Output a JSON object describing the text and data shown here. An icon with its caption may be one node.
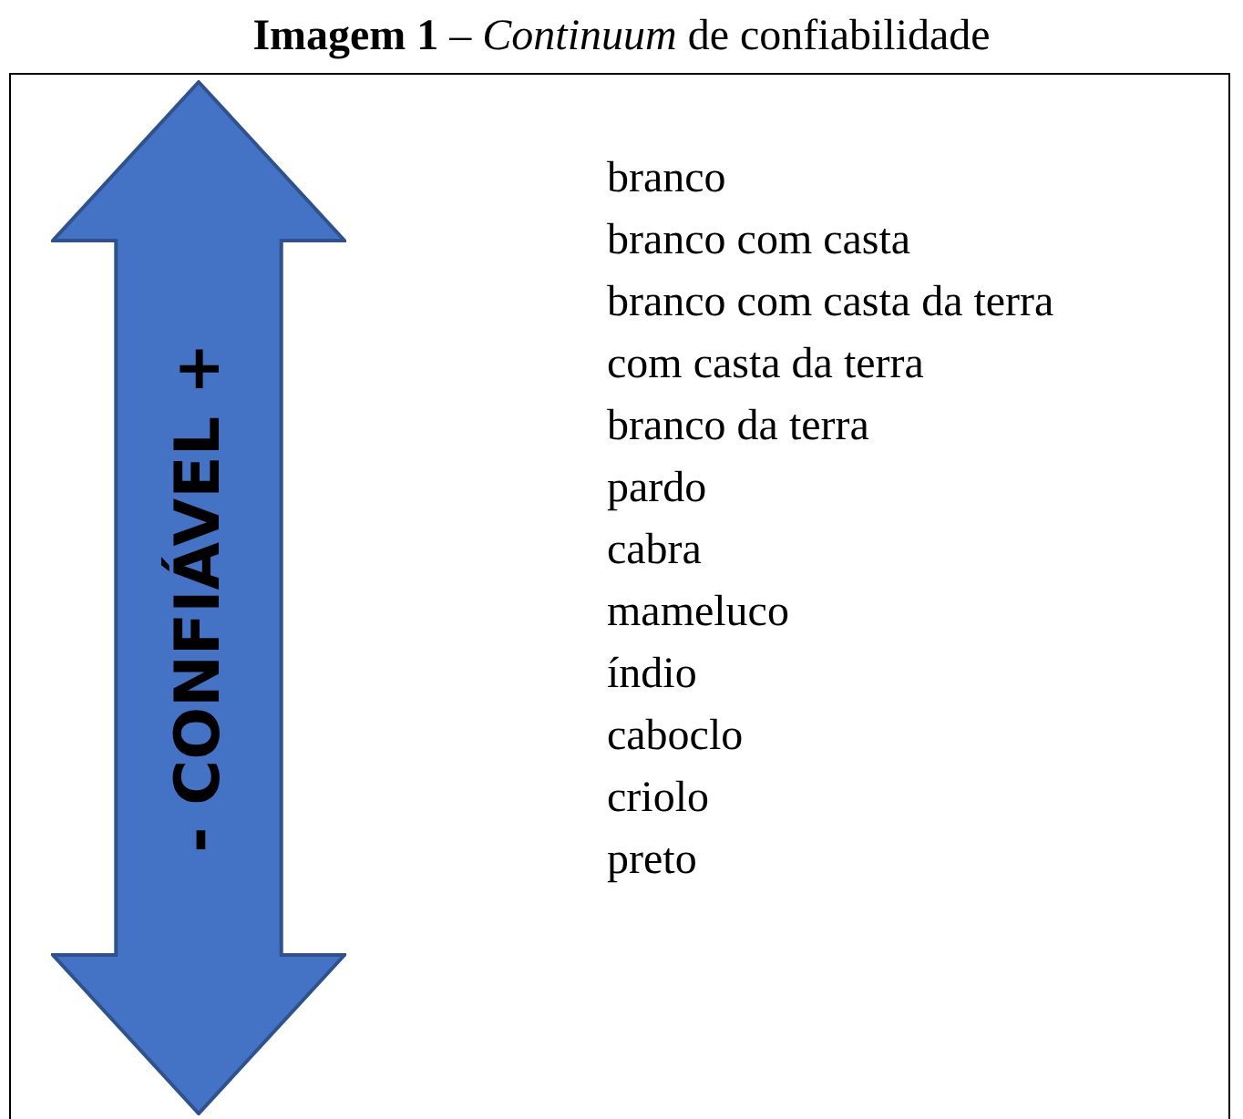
{
  "diagram": {
    "title": "**Imagem 1** – *Continuum* de confiabilidade",
    "nodes": [
      {
        "text": [
          "- CONFIÁVEL +"
        ]
      }
    ],
    "labels": [
      "branco",
      "branco com casta",
      "branco com casta da terra",
      "com casta da terra",
      "branco da terra",
      "pardo",
      "cabra",
      "mameluco",
      "índio",
      "caboclo",
      "criolo",
      "preto"
    ]
  }
}
